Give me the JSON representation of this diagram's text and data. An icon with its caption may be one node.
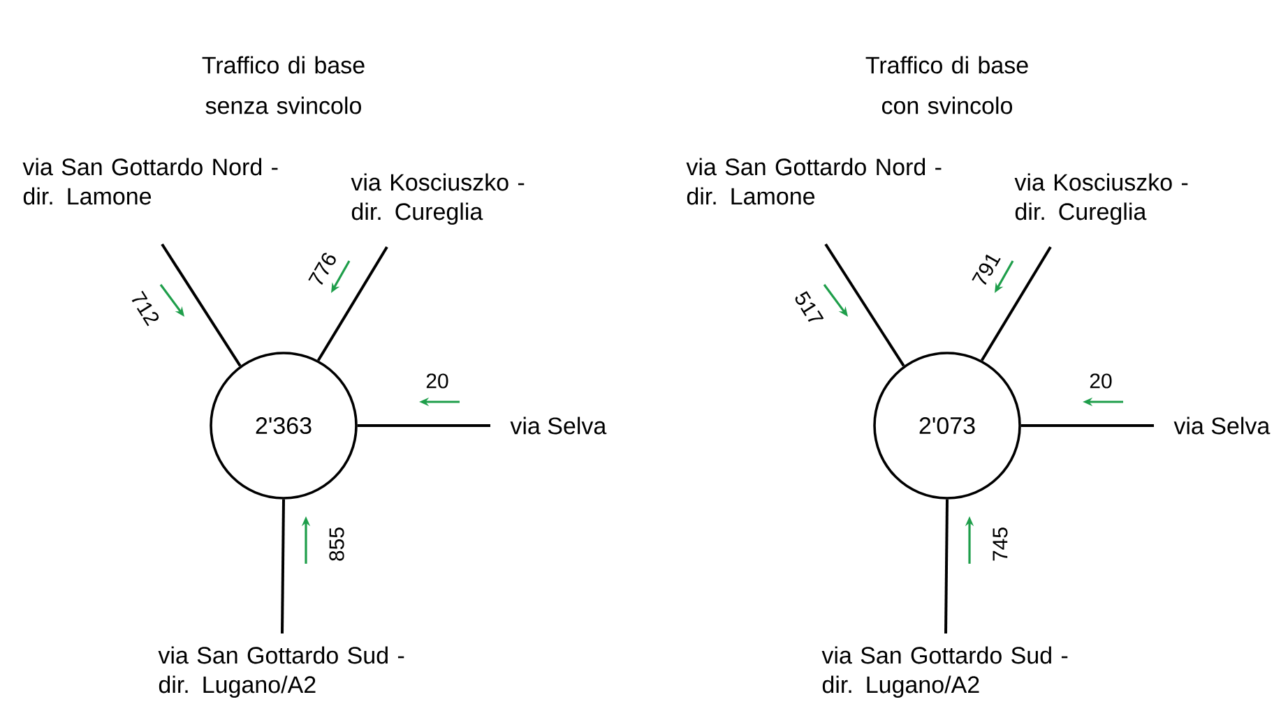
{
  "diagram": {
    "nodes": [
      {
        "text": [
          "via San Gottardo Nord - dir. Lamone"
        ]
      },
      {
        "text": [
          "via Kosciuszko - dir. Cureglia"
        ]
      },
      {
        "text": [
          "2'363"
        ]
      },
      {
        "text": [
          "via Selva"
        ]
      },
      {
        "text": [
          "via San Gottardo Sud - dir. Lugano/A2"
        ]
      },
      {
        "text": [
          "via San Gottardo Nord - dir. Lamone"
        ]
      },
      {
        "text": [
          "via Kosciuszko - dir. Cureglia"
        ]
      },
      {
        "text": [
          "2'073"
        ]
      },
      {
        "text": [
          "via Selva"
        ]
      },
      {
        "text": [
          "via San Gottardo Sud - dir. Lugano/A2"
        ]
      }
    ],
    "edges": [
      {
        "from": 2,
        "to": 0,
        "arrow": "none"
      },
      {
        "from": 2,
        "to": 1,
        "arrow": "none"
      },
      {
        "from": 2,
        "to": 3,
        "arrow": "none"
      },
      {
        "from": 2,
        "to": 4,
        "arrow": "none"
      },
      {
        "from": 7,
        "to": 5,
        "arrow": "none"
      },
      {
        "from": 7,
        "to": 6,
        "arrow": "none"
      },
      {
        "from": 7,
        "to": 8,
        "arrow": "none"
      },
      {
        "from": 7,
        "to": 9,
        "arrow": "none"
      }
    ],
    "labels": [
      "Traffico di base senza svincolo",
      "Traffico di base con svincolo",
      "712",
      "776",
      "20",
      "855",
      "517",
      "791",
      "20",
      "745"
    ]
  }
}
